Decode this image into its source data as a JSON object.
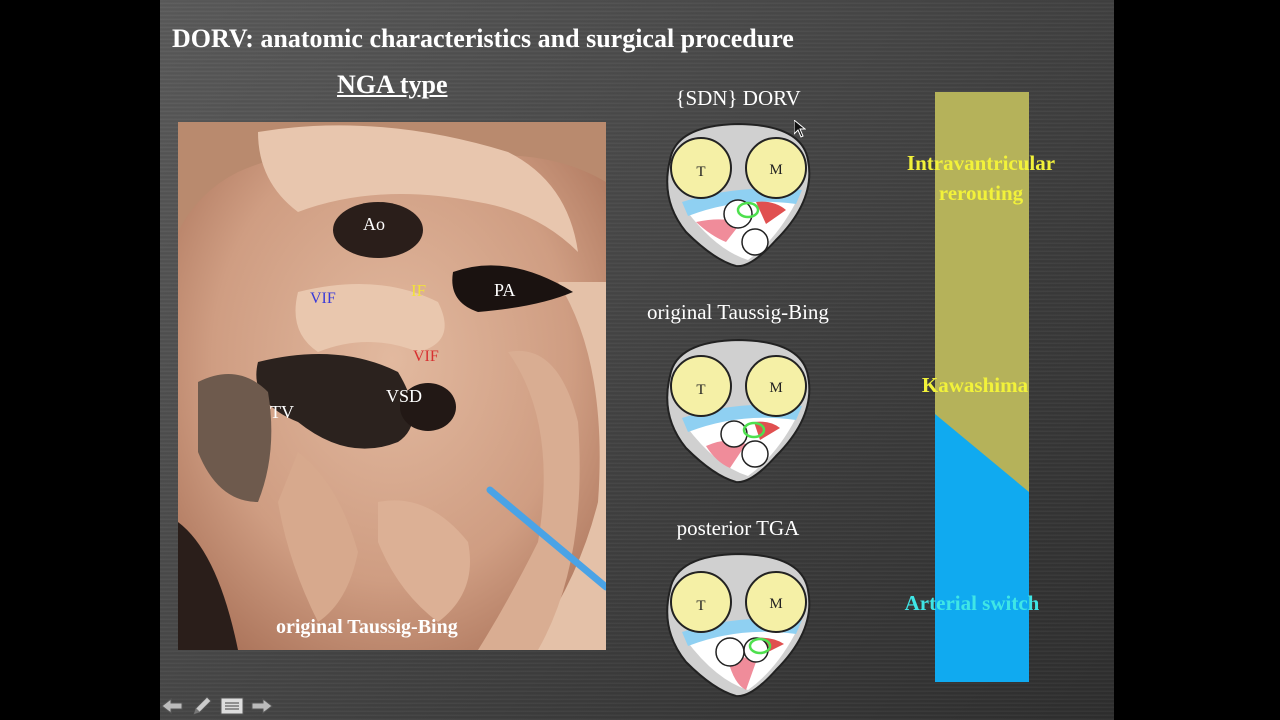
{
  "slide": {
    "title": "DORV: anatomic characteristics and surgical procedure",
    "subtitle": "NGA type"
  },
  "photo": {
    "labels": {
      "ao": "Ao",
      "vif_blue": "VIF",
      "if": "IF",
      "pa": "PA",
      "vif_red": "VIF",
      "tv": "TV",
      "vsd": "VSD"
    },
    "caption": "original Taussig-Bing"
  },
  "diagrams": [
    {
      "label": "{SDN} DORV",
      "left": "T",
      "right": "M"
    },
    {
      "label": "original Taussig-Bing",
      "left": "T",
      "right": "M"
    },
    {
      "label": "posterior TGA",
      "left": "T",
      "right": "M"
    }
  ],
  "procedures": {
    "top": "Intravantricular rerouting",
    "top_line1": "Intravantricular",
    "top_line2": "rerouting",
    "middle": "Kawashima",
    "bottom": "Arterial switch"
  },
  "colors": {
    "olive": "#b5b25a",
    "blue": "#10aaf0",
    "yellow_text": "#f2f23a",
    "cyan_text": "#3fe6e6"
  },
  "nav": {
    "icons": [
      "arrow-left-icon",
      "pen-icon",
      "menu-icon",
      "arrow-right-icon"
    ]
  }
}
